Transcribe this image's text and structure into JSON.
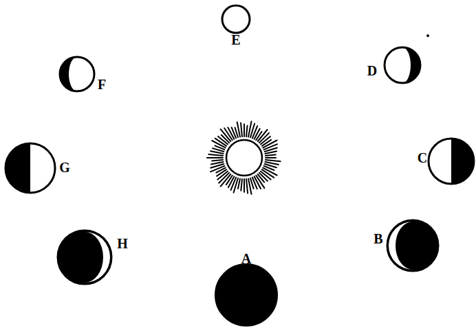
{
  "diagram": {
    "labels": [
      "E",
      "D",
      "F",
      "G",
      "C",
      "H",
      "B",
      "A"
    ]
  }
}
